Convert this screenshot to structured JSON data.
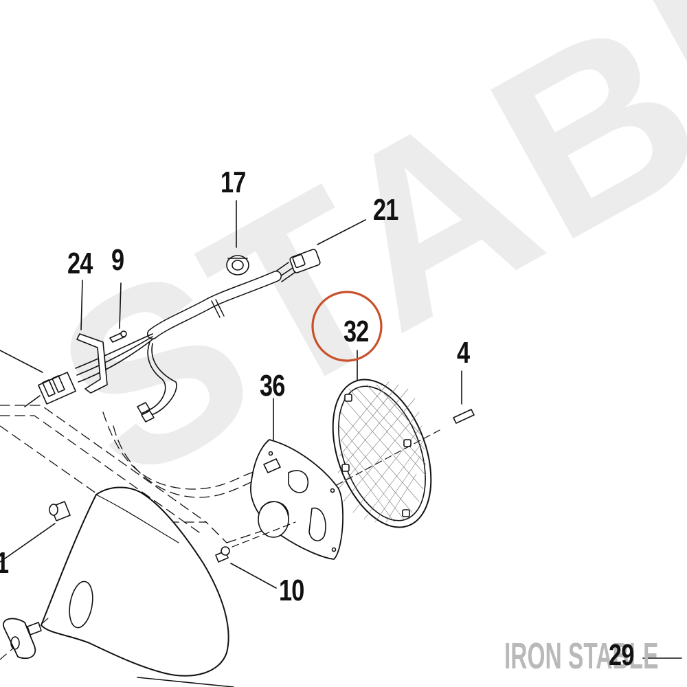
{
  "diagram": {
    "callouts": {
      "c17": "17",
      "c21": "21",
      "c24": "24",
      "c9": "9",
      "c32": "32",
      "c4": "4",
      "c36": "36",
      "c10": "10",
      "c1": "1",
      "c29": "29"
    },
    "highlight_color": "#c8502a",
    "line_color": "#111111"
  },
  "watermark": {
    "brand": "IRON STABLE",
    "big": "STABLE"
  }
}
